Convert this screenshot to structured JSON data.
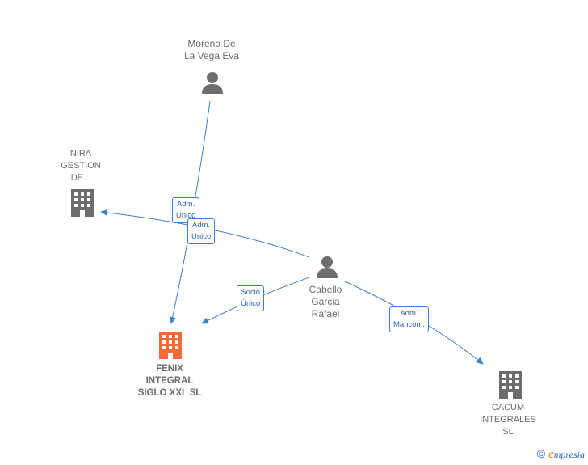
{
  "nodes": {
    "moreno": {
      "lines": [
        "Moreno De",
        "La Vega Eva"
      ],
      "kind": "person"
    },
    "nira": {
      "lines": [
        "NIRA",
        "GESTION",
        "DE..."
      ],
      "kind": "company"
    },
    "cabello": {
      "lines": [
        "Cabello",
        "Garcia",
        "Rafael"
      ],
      "kind": "person"
    },
    "fenix": {
      "lines": [
        "FENIX",
        "INTEGRAL",
        "SIGLO XXI  SL"
      ],
      "kind": "company-focus"
    },
    "cacum": {
      "lines": [
        "CACUM",
        "INTEGRALES",
        "SL"
      ],
      "kind": "company"
    }
  },
  "edges": {
    "moreno_fenix": {
      "lines": [
        "Adm.",
        "Unico"
      ]
    },
    "cabello_nira": {
      "lines": [
        "Adm.",
        "Unico"
      ]
    },
    "cabello_fenix": {
      "lines": [
        "Socio",
        "Único"
      ]
    },
    "cabello_cacum": {
      "lines": [
        "Adm.",
        "Mancom."
      ]
    }
  },
  "colors": {
    "edge": "#3a7fd0",
    "icon": "#6d6d6d",
    "focus_icon": "#f26a35"
  },
  "watermark": {
    "copyright": "©",
    "brand_first": "e",
    "brand_rest": "mpresia"
  }
}
